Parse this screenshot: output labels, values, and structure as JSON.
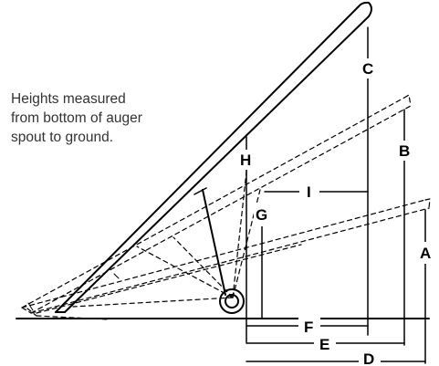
{
  "note_lines": [
    "Heights measured",
    "from bottom of auger",
    "spout to ground."
  ],
  "labels": {
    "A": "A",
    "B": "B",
    "C": "C",
    "D": "D",
    "E": "E",
    "F": "F",
    "G": "G",
    "H": "H",
    "I": "I"
  },
  "colors": {
    "line": "#000000",
    "text": "#333333",
    "background": "#ffffff"
  }
}
